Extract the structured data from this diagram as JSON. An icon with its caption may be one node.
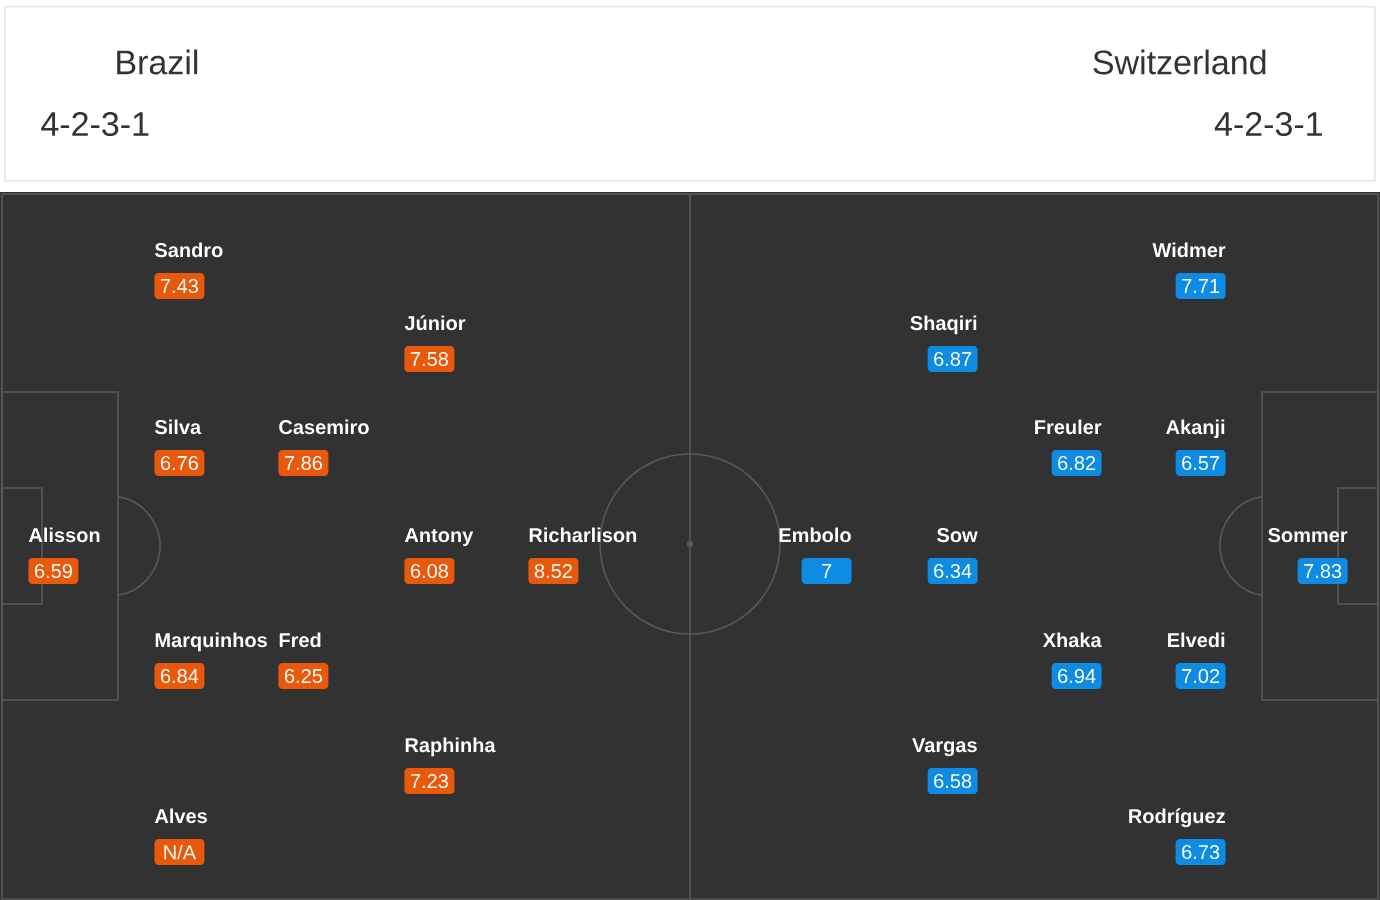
{
  "diagram": {
    "nodes": [
      {
        "text": [
          "Brazil",
          "4-2-3-1",
          "Switzerland",
          "4-2-3-1"
        ]
      },
      {
        "text": [
          "Sandro",
          "7.43"
        ]
      },
      {
        "text": [
          "Júnior",
          "7.58"
        ]
      },
      {
        "text": [
          "Silva",
          "6.76"
        ]
      },
      {
        "text": [
          "Casemiro",
          "7.86"
        ]
      },
      {
        "text": [
          "Alisson",
          "6.59"
        ]
      },
      {
        "text": [
          "Antony",
          "6.08"
        ]
      },
      {
        "text": [
          "Richarlison",
          "8.52"
        ]
      },
      {
        "text": [
          "Marquinhos",
          "6.84"
        ]
      },
      {
        "text": [
          "Fred",
          "6.25"
        ]
      },
      {
        "text": [
          "Raphinha",
          "7.23"
        ]
      },
      {
        "text": [
          "Alves",
          "N/A"
        ]
      },
      {
        "text": [
          "Widmer",
          "7.71"
        ]
      },
      {
        "text": [
          "Shaqiri",
          "6.87"
        ]
      },
      {
        "text": [
          "Freuler",
          "6.82"
        ]
      },
      {
        "text": [
          "Akanji",
          "6.57"
        ]
      },
      {
        "text": [
          "Embolo",
          "7"
        ]
      },
      {
        "text": [
          "Sow",
          "6.34"
        ]
      },
      {
        "text": [
          "Sommer",
          "7.83"
        ]
      },
      {
        "text": [
          "Xhaka",
          "6.94"
        ]
      },
      {
        "text": [
          "Elvedi",
          "7.02"
        ]
      },
      {
        "text": [
          "Vargas",
          "6.58"
        ]
      },
      {
        "text": [
          "Rodríguez",
          "6.73"
        ]
      }
    ]
  }
}
